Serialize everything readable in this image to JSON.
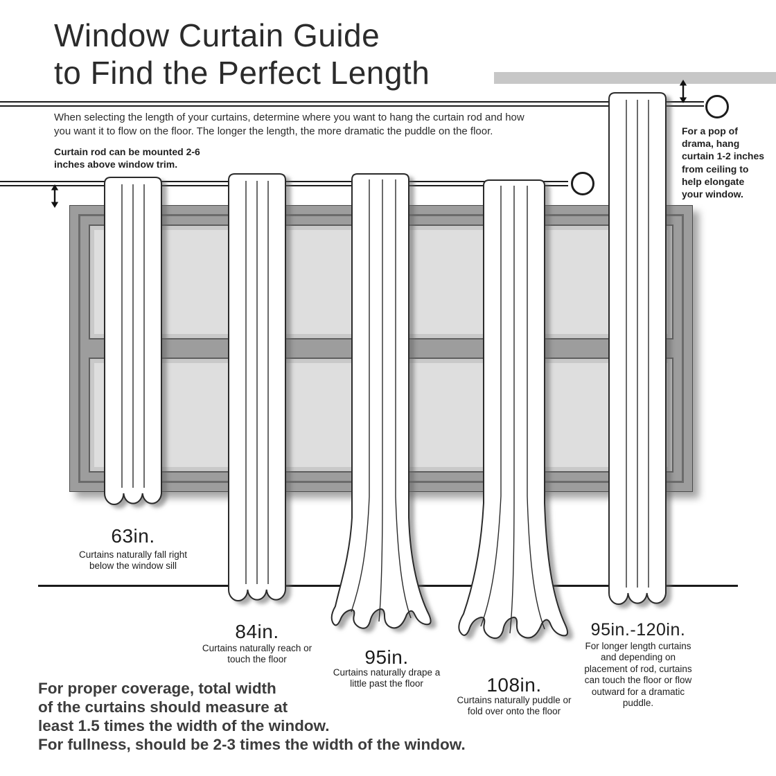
{
  "title": {
    "line1": "Window Curtain Guide",
    "line2": "to Find the Perfect Length"
  },
  "intro": "When selecting the length of your curtains, determine where you want to hang the curtain rod and how you want it to flow on the floor. The longer the length, the more dramatic the puddle on the floor.",
  "rod_note": "Curtain rod can be mounted 2-6 inches above window trim.",
  "ceiling_note": "For a pop of drama, hang curtain 1-2 inches from ceiling to help elongate your window.",
  "curtains": [
    {
      "length": "63in.",
      "description": "Curtains naturally fall right below the window sill"
    },
    {
      "length": "84in.",
      "description": "Curtains naturally reach or touch the floor"
    },
    {
      "length": "95in.",
      "description": "Curtains naturally drape a little past the floor"
    },
    {
      "length": "108in.",
      "description": "Curtains naturally puddle or fold over onto the floor"
    },
    {
      "length": "95in.-120in.",
      "description": "For longer length curtains and depending on placement of rod, curtains can touch the floor or flow outward for a dramatic puddle."
    }
  ],
  "footer": {
    "lines": [
      "For proper coverage, total width",
      "of the curtains should measure at",
      "least 1.5 times the width of the window.",
      "For fullness, should be 2-3 times the width of the window."
    ]
  },
  "colors": {
    "window_frame": "#9d9d9d",
    "window_pane": "#dedede",
    "ceiling_bar": "#c7c7c7",
    "line": "#1c1c1c",
    "text": "#2b2b2b"
  }
}
